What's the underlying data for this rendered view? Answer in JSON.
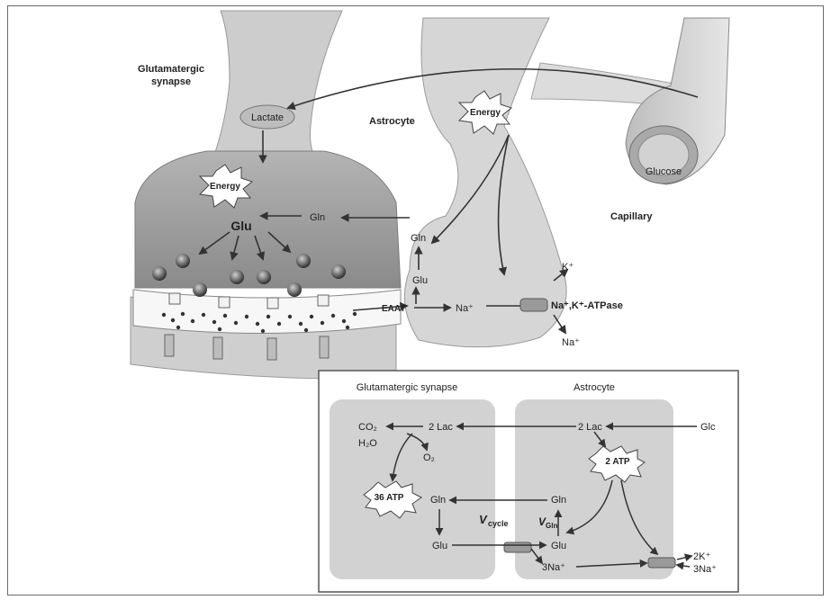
{
  "top_panel": {
    "synapse_title_line1": "Glutamatergic",
    "synapse_title_line2": "synapse",
    "lactate": "Lactate",
    "astrocyte": "Astrocyte",
    "energy_astro": "Energy",
    "energy_neuron": "Energy",
    "glucose": "Glucose",
    "capillary": "Capillary",
    "glu_neuron": "Glu",
    "gln_neuron": "Gln",
    "gln_astro": "Gln",
    "glu_astro": "Glu",
    "eaat": "EAAT",
    "na_in": "Na⁺",
    "k_plus": "K⁺",
    "pump": "Na⁺,K⁺-ATPase",
    "na_out": "Na⁺"
  },
  "inset": {
    "title_synapse": "Glutamatergic synapse",
    "title_astrocyte": "Astrocyte",
    "co2": "CO₂",
    "h2o": "H₂O",
    "o2": "O₂",
    "lac_neuron": "2 Lac",
    "lac_astro": "2 Lac",
    "glc": "Glc",
    "atp36": "36 ATP",
    "atp2": "2 ATP",
    "gln_neuron": "Gln",
    "gln_astro": "Gln",
    "glu_neuron": "Glu",
    "glu_astro": "Glu",
    "vcycle_v": "V",
    "vcycle_sub": "cycle",
    "vgln_v": "V",
    "vgln_sub": "Gln",
    "three_na": "3Na⁺",
    "two_k": "2K⁺",
    "three_na_out": "3Na⁺"
  }
}
